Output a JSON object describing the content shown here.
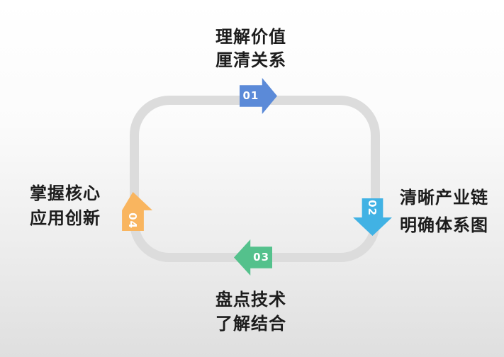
{
  "background": {
    "gradient_top": "#ffffff",
    "gradient_bottom": "#dfdfdf"
  },
  "cycle": {
    "track_color": "#dcdcdc",
    "text_color": "#1c1c1c",
    "number_text_color": "#ffffff",
    "steps": [
      {
        "number": "01",
        "lines": [
          "理解价值",
          "厘清关系"
        ],
        "color": "#5b8ad8",
        "arrow_direction": "right",
        "position": "top"
      },
      {
        "number": "02",
        "lines": [
          "清晰产业链",
          "明确体系图"
        ],
        "color": "#41b2e4",
        "arrow_direction": "down",
        "position": "right"
      },
      {
        "number": "03",
        "lines": [
          "盘点技术",
          "了解结合"
        ],
        "color": "#54c18c",
        "arrow_direction": "left",
        "position": "bottom"
      },
      {
        "number": "04",
        "lines": [
          "掌握核心",
          "应用创新"
        ],
        "color": "#f9b55f",
        "arrow_direction": "up",
        "position": "left"
      }
    ]
  }
}
